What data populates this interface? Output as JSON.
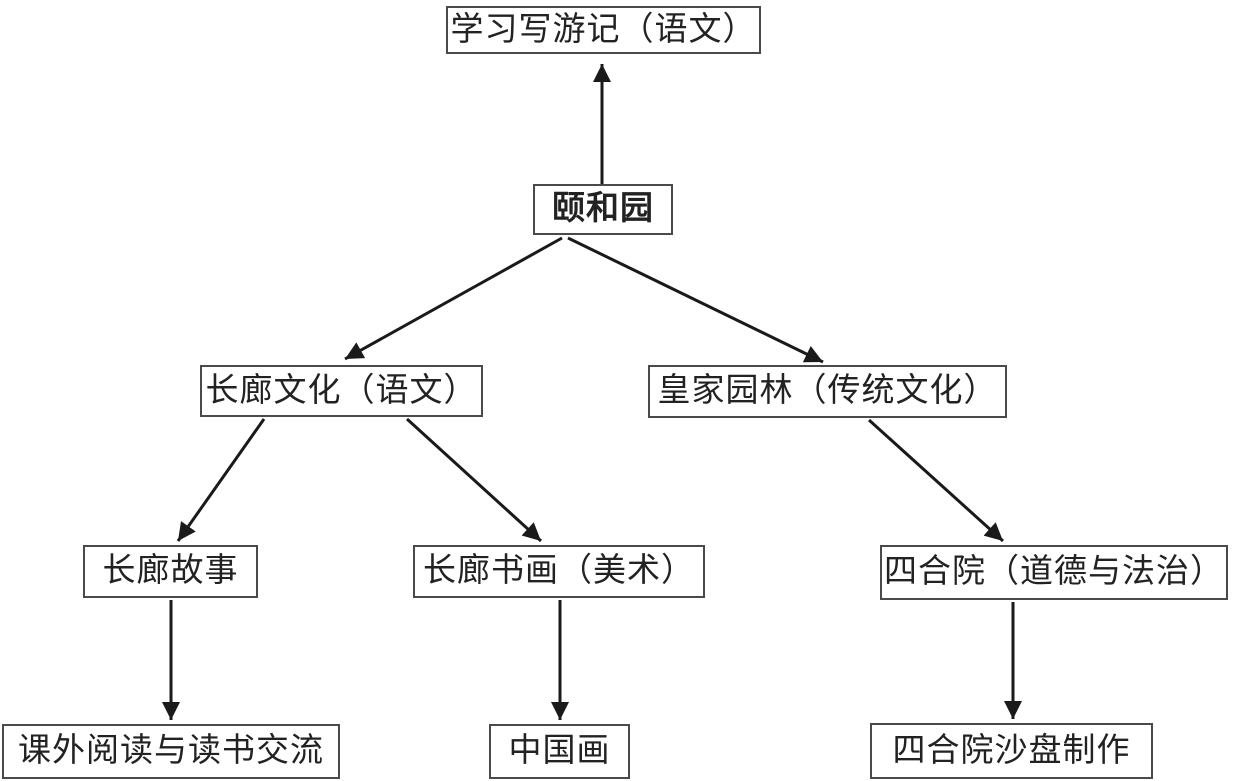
{
  "diagram": {
    "description": "curriculum-theme-flowchart",
    "nodes": [
      {
        "id": "travel-writing",
        "label": "学习写游记（语文）"
      },
      {
        "id": "summer-palace",
        "label": "颐和园"
      },
      {
        "id": "corridor-culture",
        "label": "长廊文化（语文）"
      },
      {
        "id": "royal-garden",
        "label": "皇家园林（传统文化）"
      },
      {
        "id": "corridor-stories",
        "label": "长廊故事"
      },
      {
        "id": "corridor-art",
        "label": "长廊书画（美术）"
      },
      {
        "id": "siheyuan",
        "label": "四合院（道德与法治）"
      },
      {
        "id": "extracurricular-read",
        "label": "课外阅读与读书交流"
      },
      {
        "id": "chinese-painting",
        "label": "中国画"
      },
      {
        "id": "siheyuan-sandbox",
        "label": "四合院沙盘制作"
      }
    ],
    "edges": [
      {
        "from": "summer-palace",
        "to": "travel-writing"
      },
      {
        "from": "summer-palace",
        "to": "corridor-culture"
      },
      {
        "from": "summer-palace",
        "to": "royal-garden"
      },
      {
        "from": "corridor-culture",
        "to": "corridor-stories"
      },
      {
        "from": "corridor-culture",
        "to": "corridor-art"
      },
      {
        "from": "royal-garden",
        "to": "siheyuan"
      },
      {
        "from": "corridor-stories",
        "to": "extracurricular-read"
      },
      {
        "from": "corridor-art",
        "to": "chinese-painting"
      },
      {
        "from": "siheyuan",
        "to": "siheyuan-sandbox"
      }
    ],
    "colors": {
      "background": "#ffffff",
      "box_border": "#4a4a4a",
      "text": "#222222",
      "arrow": "#1a1a1a"
    },
    "emphasized_node": "summer-palace"
  }
}
